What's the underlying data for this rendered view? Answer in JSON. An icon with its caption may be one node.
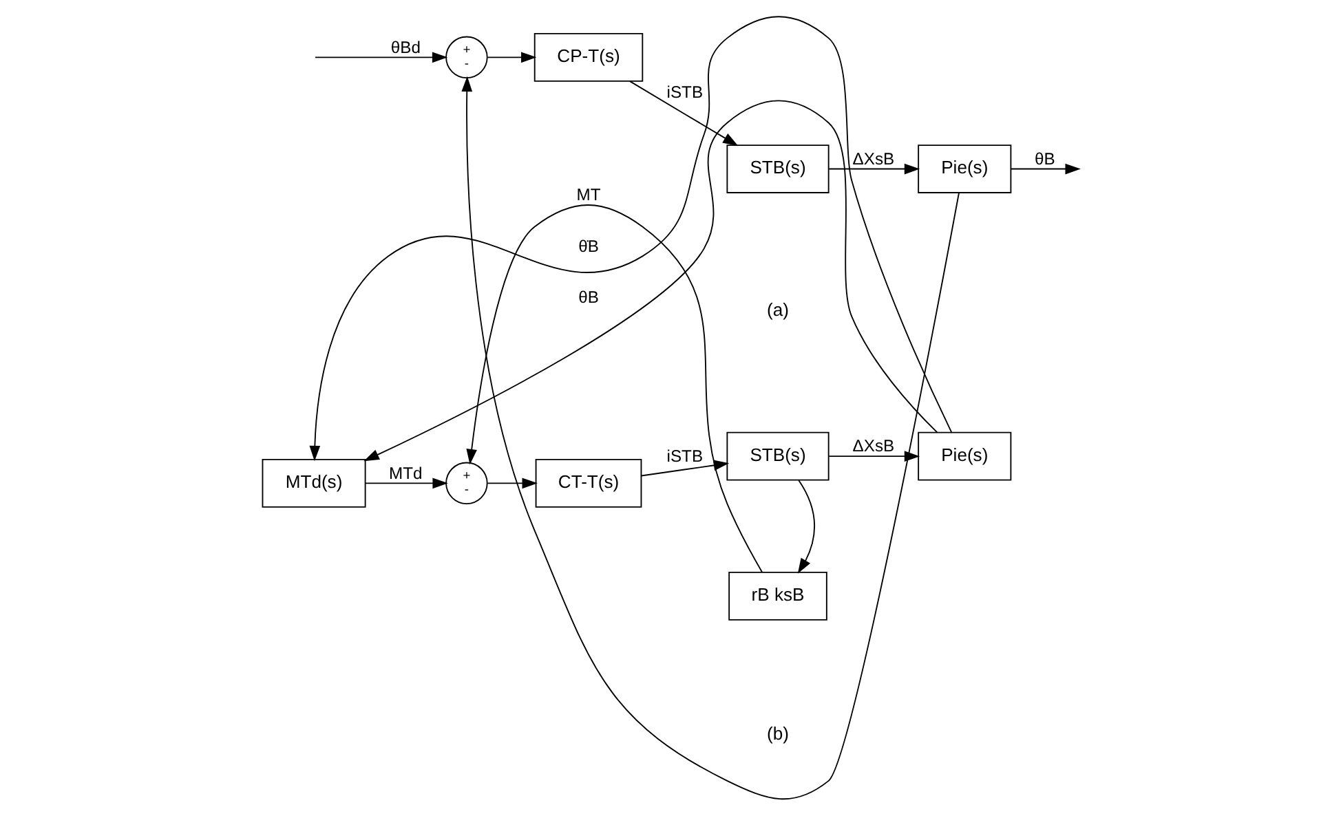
{
  "diagram": {
    "nodes": [
      {
        "text": [
          "+",
          "-"
        ]
      },
      {
        "text": [
          "CP-T(s)"
        ]
      },
      {
        "text": [
          "STB(s)"
        ]
      },
      {
        "text": [
          "Pie(s)"
        ]
      },
      {
        "text": [
          "MTd(s)"
        ]
      },
      {
        "text": [
          "+",
          "-"
        ]
      },
      {
        "text": [
          "CT-T(s)"
        ]
      },
      {
        "text": [
          "STB(s)"
        ]
      },
      {
        "text": [
          "Pie(s)"
        ]
      },
      {
        "text": [
          "rB ksB"
        ]
      }
    ],
    "edges": [
      {
        "from": null,
        "to": 0,
        "arrow": "to",
        "label": "θBd"
      },
      {
        "from": 0,
        "to": 1,
        "arrow": "to"
      },
      {
        "from": 1,
        "to": 2,
        "arrow": "to",
        "label": "iSTB"
      },
      {
        "from": 2,
        "to": 3,
        "arrow": "to",
        "label": "ΔXsB"
      },
      {
        "from": 3,
        "to": null,
        "arrow": "to",
        "label": "θB"
      },
      {
        "from": 3,
        "to": 0,
        "arrow": "to"
      },
      {
        "from": 4,
        "to": 5,
        "arrow": "to",
        "label": "MTd"
      },
      {
        "from": 5,
        "to": 6,
        "arrow": "to"
      },
      {
        "from": 6,
        "to": 7,
        "arrow": "to",
        "label": "iSTB"
      },
      {
        "from": 7,
        "to": 8,
        "arrow": "to",
        "label": "ΔXsB"
      },
      {
        "from": 7,
        "to": 9,
        "arrow": "to"
      },
      {
        "from": 9,
        "to": 5,
        "arrow": "to",
        "label": "MT"
      },
      {
        "from": 8,
        "to": 4,
        "arrow": "to",
        "label": "θ̇B"
      },
      {
        "from": 8,
        "to": 4,
        "arrow": "to",
        "label": "θB"
      }
    ],
    "labels": [
      "(a)",
      "(b)"
    ]
  }
}
